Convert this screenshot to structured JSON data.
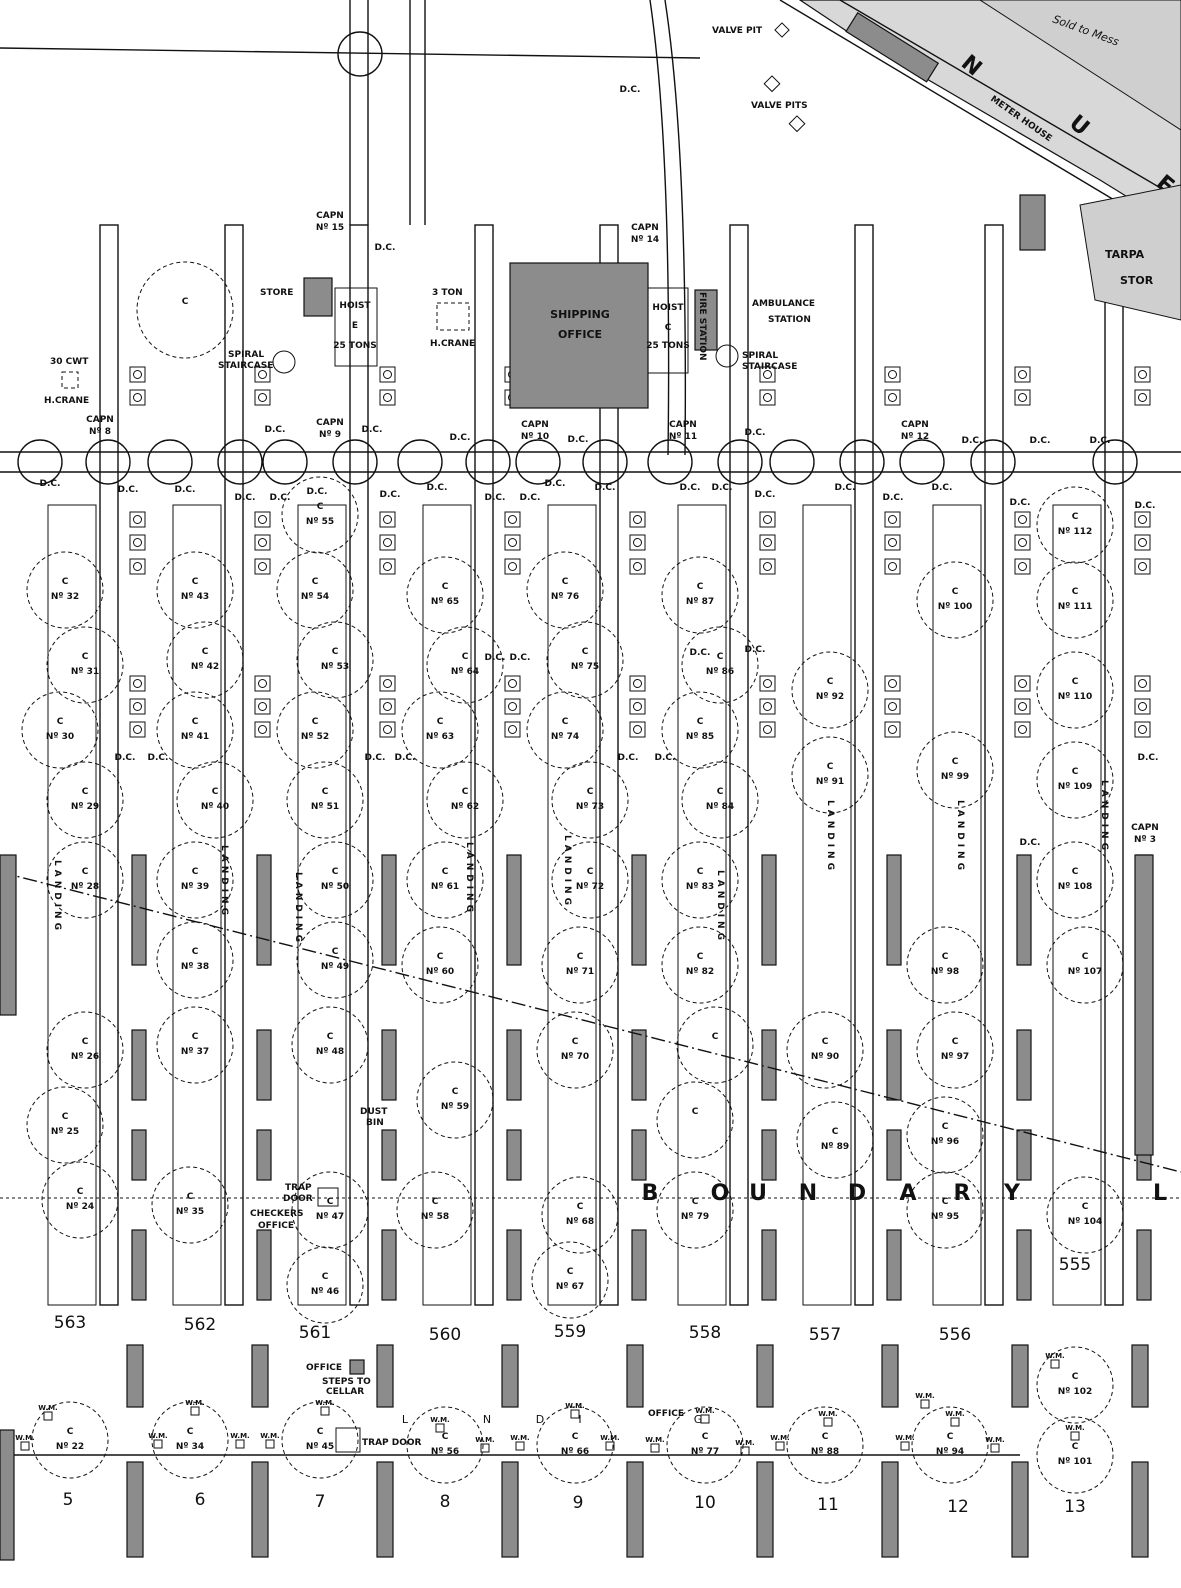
{
  "colors": {
    "ink": "#111111",
    "paper": "#ffffff",
    "hatch": "#8c8c8c"
  },
  "labels": {
    "valve_pit": "VALVE PIT",
    "valve_pits": "VALVE PITS",
    "meter_house": "METER HOUSE",
    "store": "STORE",
    "hoist_e": [
      "HOIST",
      "E",
      "25 TONS"
    ],
    "three_ton": "3 TON",
    "h_crane": "H.CRANE",
    "thirty_cwt": "30 CWT",
    "shipping_office": [
      "SHIPPING",
      "OFFICE"
    ],
    "hoist_c": [
      "HOIST",
      "C",
      "25 TONS"
    ],
    "fire_station": "FIRE STATION",
    "ambulance_station": [
      "AMBULANCE",
      "STATION"
    ],
    "spiral_staircase": [
      "SPIRAL",
      "STAIRCASE"
    ],
    "tarpaulin_store": [
      "TARPA",
      "STOR"
    ],
    "street_letters": [
      "N",
      "U",
      "E"
    ],
    "handwritten_note": "Sold to Mess",
    "dust_bin": [
      "DUST",
      "BIN"
    ],
    "trap_door": [
      "TRAP",
      "DOOR"
    ],
    "trap_door_bottom": "TRAP DOOR",
    "checkers_office": [
      "CHECKERS",
      "OFFICE"
    ],
    "office": "OFFICE",
    "steps_to_cellar": [
      "STEPS TO",
      "CELLAR"
    ],
    "dc": "D.C.",
    "wm": "W.M.",
    "landing": "LANDING",
    "crane_marker": "C"
  },
  "capstans": [
    {
      "title": "CAPN",
      "number": "Nº 15"
    },
    {
      "title": "CAPN",
      "number": "Nº 14"
    },
    {
      "title": "CAPN",
      "number": "Nº 8"
    },
    {
      "title": "CAPN",
      "number": "Nº 9"
    },
    {
      "title": "CAPN",
      "number": "Nº 10"
    },
    {
      "title": "CAPN",
      "number": "Nº 11"
    },
    {
      "title": "CAPN",
      "number": "Nº 12"
    },
    {
      "title": "CAPN",
      "number": "Nº 3"
    }
  ],
  "berths": [
    "563",
    "562",
    "561",
    "560",
    "559",
    "558",
    "557",
    "556",
    "555"
  ],
  "sheds": [
    "5",
    "6",
    "7",
    "8",
    "9",
    "10",
    "11",
    "12",
    "13"
  ],
  "boundary_letters": [
    "B",
    "O",
    "U",
    "N",
    "D",
    "A",
    "R",
    "Y",
    "L"
  ],
  "landing_row_letters": [
    "L",
    "N",
    "D",
    "I",
    "G"
  ],
  "cranes": [
    "Nº 32",
    "Nº 31",
    "Nº 30",
    "Nº 29",
    "Nº 28",
    "Nº 26",
    "Nº 25",
    "Nº 24",
    "Nº 22",
    "Nº 43",
    "Nº 42",
    "Nº 41",
    "Nº 40",
    "Nº 39",
    "Nº 38",
    "Nº 37",
    "Nº 35",
    "Nº 34",
    "Nº 55",
    "Nº 54",
    "Nº 53",
    "Nº 52",
    "Nº 51",
    "Nº 50",
    "Nº 49",
    "Nº 48",
    "Nº 47",
    "Nº 46",
    "Nº 45",
    "Nº 65",
    "Nº 64",
    "Nº 63",
    "Nº 62",
    "Nº 61",
    "Nº 60",
    "Nº 59",
    "Nº 58",
    "Nº 56",
    "Nº 76",
    "Nº 75",
    "Nº 74",
    "Nº 73",
    "Nº 72",
    "Nº 71",
    "Nº 70",
    "Nº 68",
    "Nº 67",
    "Nº 66",
    "Nº 87",
    "Nº 86",
    "Nº 85",
    "Nº 84",
    "Nº 83",
    "Nº 82",
    "",
    "",
    "Nº 79",
    "Nº 77",
    "Nº 92",
    "Nº 91",
    "Nº 90",
    "Nº 89",
    "Nº 88",
    "Nº 100",
    "Nº 99",
    "Nº 98",
    "Nº 97",
    "Nº 96",
    "Nº 95",
    "Nº 94",
    "Nº 112",
    "Nº 111",
    "Nº 110",
    "Nº 109",
    "Nº 108",
    "Nº 107",
    "Nº 104",
    "Nº 102",
    "Nº 101",
    ""
  ]
}
